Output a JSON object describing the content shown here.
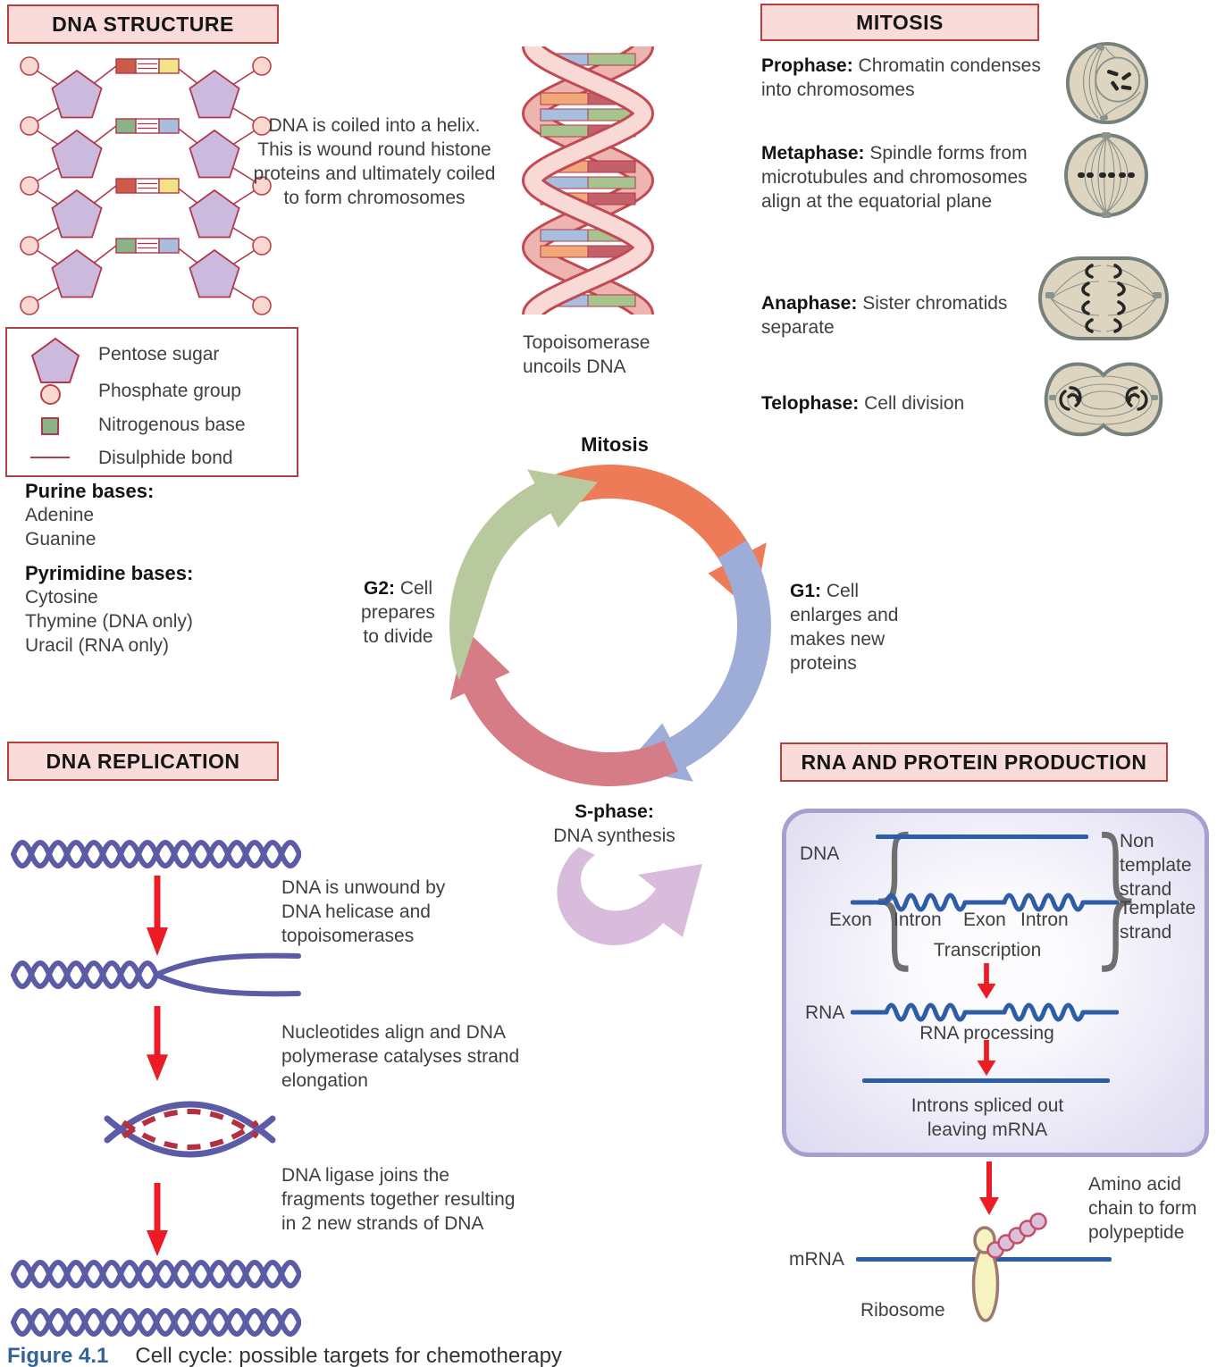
{
  "panels": {
    "dna_structure": {
      "title": "DNA STRUCTURE",
      "coil_text": "DNA is coiled into a helix. This is wound round histone proteins and ultimately coiled to form chromosomes",
      "topoisomerase_text": "Topoisomerase uncoils DNA",
      "legend": [
        {
          "icon": "pentagon-icon",
          "label": "Pentose sugar"
        },
        {
          "icon": "circle-icon",
          "label": "Phosphate group"
        },
        {
          "icon": "square-icon",
          "label": "Nitrogenous base"
        },
        {
          "icon": "line-icon",
          "label": "Disulphide bond"
        }
      ],
      "purine_heading": "Purine bases:",
      "purine_items": [
        "Adenine",
        "Guanine"
      ],
      "pyrimidine_heading": "Pyrimidine bases:",
      "pyrimidine_items": [
        "Cytosine",
        "Thymine (DNA only)",
        "Uracil (RNA only)"
      ]
    },
    "mitosis": {
      "title": "MITOSIS",
      "phases": [
        {
          "name": "Prophase:",
          "text": " Chromatin condenses into chromosomes"
        },
        {
          "name": "Metaphase:",
          "text": " Spindle forms from microtubules and chromosomes align at the equatorial plane"
        },
        {
          "name": "Anaphase:",
          "text": " Sister chromatids separate"
        },
        {
          "name": "Telophase:",
          "text": " Cell division"
        }
      ]
    },
    "cell_cycle": {
      "top_label": "Mitosis",
      "g2": {
        "label": "G2:",
        "text": " Cell prepares to divide"
      },
      "g1": {
        "label": "G1:",
        "text": " Cell enlarges and makes new proteins"
      },
      "s": {
        "label": "S-phase:",
        "text": "DNA synthesis"
      }
    },
    "dna_replication": {
      "title": "DNA REPLICATION",
      "steps": [
        "DNA is unwound by DNA helicase and topoisomerases",
        "Nucleotides align and DNA polymerase catalyses strand elongation",
        "DNA ligase joins the fragments together resulting in 2 new strands of DNA"
      ]
    },
    "rna_protein": {
      "title": "RNA AND PROTEIN PRODUCTION",
      "dna_label": "DNA",
      "non_template": "Non template strand",
      "template_strand": "Template strand",
      "exon_labels": [
        "Exon",
        "Intron",
        "Exon",
        "Intron"
      ],
      "transcription": "Transcription",
      "rna_label": "RNA",
      "rna_processing": "RNA processing",
      "introns_spliced": "Introns spliced out leaving mRNA",
      "mrna_label": "mRNA",
      "ribosome_label": "Ribosome",
      "amino_acid": "Amino acid chain to form polypeptide"
    }
  },
  "caption": {
    "figure": "Figure 4.1",
    "text": "Cell cycle: possible targets for chemotherapy"
  },
  "colors": {
    "header_bg": "#f9dcd9",
    "header_border": "#b5403c",
    "strand_purple": "#5b5ba6",
    "arrow_red": "#ec1c24",
    "dashed_red": "#b23040",
    "cycle_orange": "#ee7b58",
    "cycle_blue": "#9dadd8",
    "cycle_rose": "#d57c87",
    "cycle_green": "#b9c99e",
    "s_arrow_lavender": "#d9bcdc",
    "panel_border": "#a79fce",
    "rna_blue": "#2e5da8",
    "pentose_fill": "#cbbade",
    "phosphate_fill": "#f9d8d2",
    "base_green": "#8cb287",
    "cell_fill": "#ded5c0",
    "cell_outline": "#76807a"
  }
}
